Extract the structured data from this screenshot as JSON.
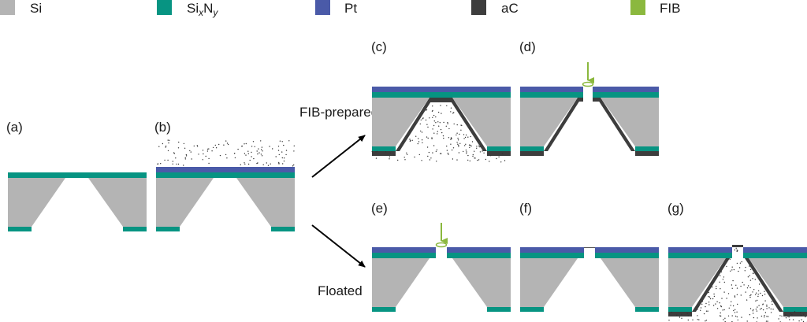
{
  "legend": [
    {
      "key": "si",
      "label": "Si",
      "color": "#b4b4b4"
    },
    {
      "key": "sixny",
      "label": "Si",
      "sub_x": "x",
      "mid": "N",
      "sub_y": "y",
      "color": "#079482"
    },
    {
      "key": "pt",
      "label": "Pt",
      "color": "#4a5aa8"
    },
    {
      "key": "ac",
      "label": "aC",
      "color": "#3d3d3d"
    },
    {
      "key": "fib",
      "label": "FIB",
      "color": "#8bb83e"
    }
  ],
  "colors": {
    "si": "#b4b4b4",
    "sin": "#079482",
    "pt": "#4a5aa8",
    "ac": "#3d3d3d",
    "fib": "#8bb83e",
    "particle": "#333333",
    "text": "#1a1a1a"
  },
  "panels": {
    "a": "(a)",
    "b": "(b)",
    "c": "(c)",
    "d": "(d)",
    "e": "(e)",
    "f": "(f)",
    "g": "(g)"
  },
  "routes": {
    "fib_prepared": "FIB-prepared",
    "floated": "Floated"
  }
}
